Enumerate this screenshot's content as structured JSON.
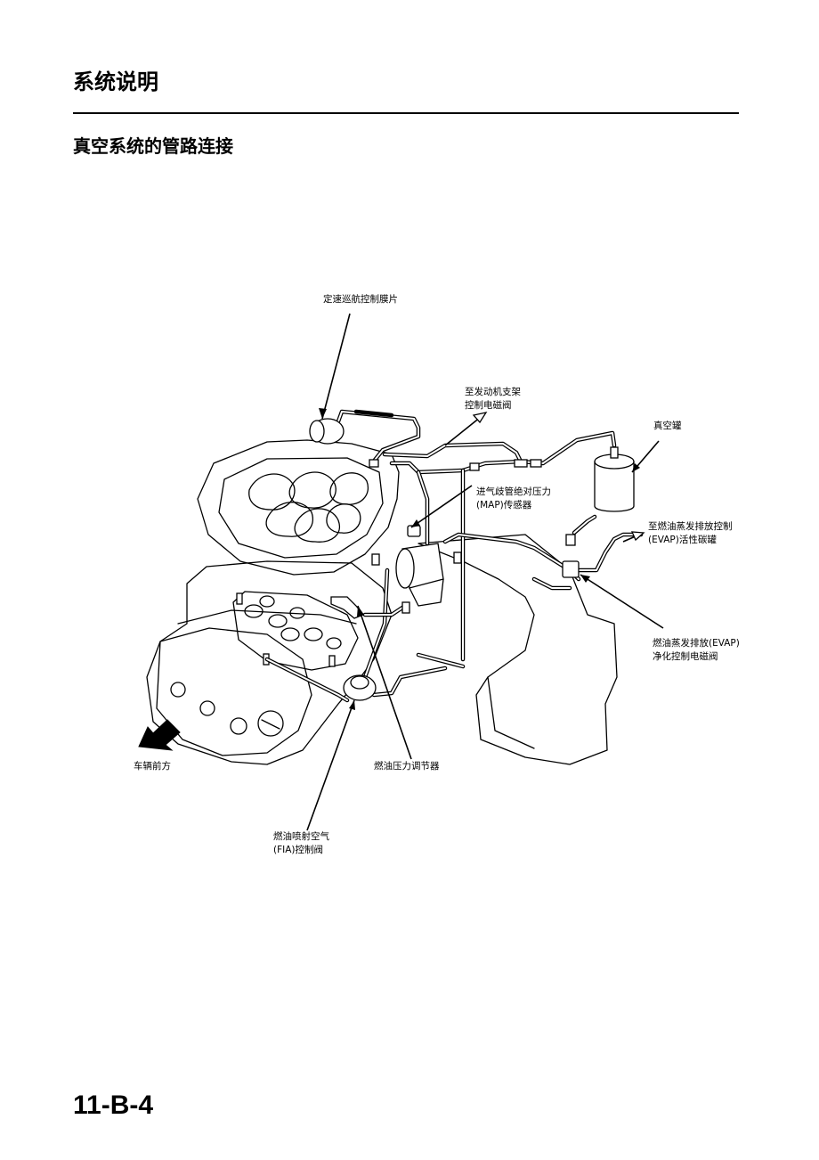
{
  "header": {
    "section_title": "系统说明",
    "sub_title": "真空系统的管路连接"
  },
  "labels": {
    "cruise_diaphragm": "定速巡航控制膜片",
    "to_mount_line1": "至发动机支架",
    "to_mount_line2": "控制电磁阀",
    "vacuum_tank": "真空罐",
    "map_line1": "进气歧管绝对压力",
    "map_line2": "(MAP)传感器",
    "to_evap_line1": "至燃油蒸发排放控制",
    "to_evap_line2": "(EVAP)活性碳罐",
    "evap_valve_line1": "燃油蒸发排放(EVAP)",
    "evap_valve_line2": "净化控制电磁阀",
    "vehicle_front": "车辆前方",
    "fuel_regulator": "燃油压力调节器",
    "fia_line1": "燃油喷射空气",
    "fia_line2": "(FIA)控制阀"
  },
  "footer": {
    "page_number": "11-B-4"
  }
}
